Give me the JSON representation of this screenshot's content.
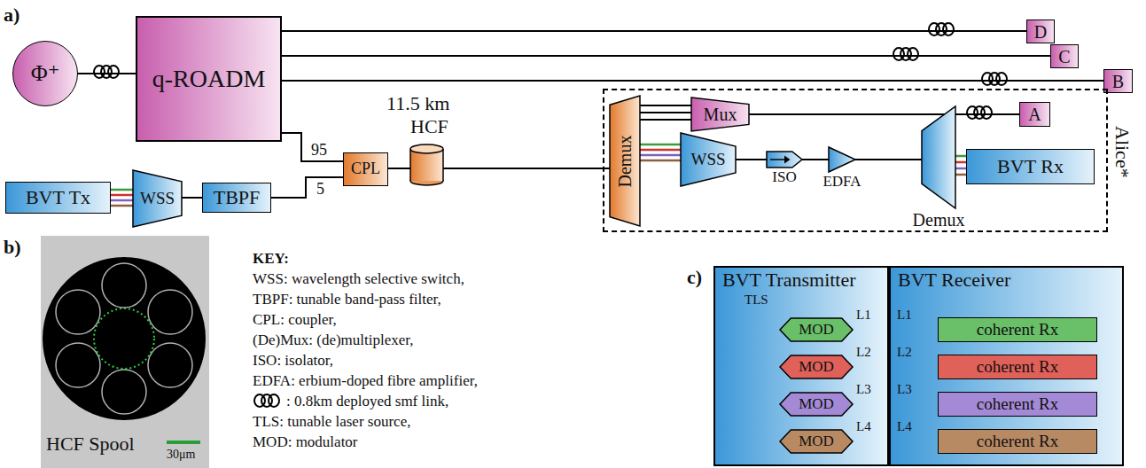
{
  "diagram": {
    "nodes": [
      {
        "text": [
          "Φ⁺"
        ]
      },
      {
        "text": [
          "q-ROADM"
        ]
      },
      {
        "text": [
          "D"
        ]
      },
      {
        "text": [
          "C"
        ]
      },
      {
        "text": [
          "B"
        ]
      },
      {
        "text": [
          "CPL"
        ]
      },
      {
        "text": [
          "BVT Tx"
        ]
      },
      {
        "text": [
          "WSS"
        ]
      },
      {
        "text": [
          "TBPF"
        ]
      },
      {
        "text": [
          "Alice*"
        ]
      },
      {
        "text": [
          "Demux"
        ],
        "in": 9
      },
      {
        "text": [
          "Mux"
        ],
        "in": 9
      },
      {
        "text": [
          "A"
        ],
        "in": 9
      },
      {
        "text": [
          "WSS"
        ],
        "in": 9
      },
      {
        "text": [
          "ISO"
        ],
        "in": 9
      },
      {
        "text": [
          "EDFA"
        ],
        "in": 9
      },
      {
        "text": [
          "Demux"
        ],
        "in": 9
      },
      {
        "text": [
          "BVT Rx"
        ],
        "in": 9
      },
      {
        "text": [
          "BVT Transmitter"
        ]
      },
      {
        "text": [
          "MOD"
        ],
        "in": 18
      },
      {
        "text": [
          "MOD"
        ],
        "in": 18
      },
      {
        "text": [
          "MOD"
        ],
        "in": 18
      },
      {
        "text": [
          "MOD"
        ],
        "in": 18
      },
      {
        "text": [
          "BVT Receiver"
        ]
      },
      {
        "text": [
          "coherent Rx"
        ],
        "in": 23
      },
      {
        "text": [
          "coherent Rx"
        ],
        "in": 23
      },
      {
        "text": [
          "coherent Rx"
        ],
        "in": 23
      },
      {
        "text": [
          "coherent Rx"
        ],
        "in": 23
      }
    ],
    "edges": [
      {
        "from": 0,
        "to": 1,
        "arrow": "none"
      },
      {
        "from": 1,
        "to": 2,
        "arrow": "none"
      },
      {
        "from": 1,
        "to": 3,
        "arrow": "none"
      },
      {
        "from": 1,
        "to": 4,
        "arrow": "none"
      },
      {
        "from": 1,
        "to": 5,
        "label": "95",
        "arrow": "none"
      },
      {
        "from": 6,
        "to": 7,
        "arrow": "none"
      },
      {
        "from": 7,
        "to": 8,
        "arrow": "none"
      },
      {
        "from": 8,
        "to": 5,
        "label": "5",
        "arrow": "none"
      },
      {
        "from": 5,
        "to": 10,
        "arrow": "none"
      },
      {
        "from": 10,
        "to": 11,
        "arrow": "none"
      },
      {
        "from": 11,
        "to": 12,
        "arrow": "none"
      },
      {
        "from": 10,
        "to": 13,
        "arrow": "none"
      },
      {
        "from": 13,
        "to": 14,
        "arrow": "none"
      },
      {
        "from": 14,
        "to": 15,
        "arrow": "none"
      },
      {
        "from": 15,
        "to": 16,
        "arrow": "none"
      },
      {
        "from": 16,
        "to": 17,
        "arrow": "none"
      },
      {
        "from": 19,
        "to": 24,
        "arrow": "none"
      },
      {
        "from": 20,
        "to": 25,
        "arrow": "none"
      },
      {
        "from": 21,
        "to": 26,
        "arrow": "none"
      },
      {
        "from": 22,
        "to": 27,
        "arrow": "none"
      }
    ],
    "labels": [
      "a)",
      "11.5 km",
      "HCF",
      "b)",
      "HCF Spool",
      "30μm",
      "KEY:",
      "WSS: wavelength selective switch,",
      "TBPF: tunable band-pass filter,",
      "CPL: coupler,",
      "(De)Mux: (de)multiplexer,",
      "ISO: isolator,",
      "EDFA: erbium-doped fibre amplifier,",
      ": 0.8km deployed smf link,",
      "TLS: tunable laser source,",
      "MOD: modulator",
      "c)",
      "TLS",
      "L1",
      "L2",
      "L3",
      "L4",
      "L1",
      "L2",
      "L3",
      "L4"
    ]
  }
}
